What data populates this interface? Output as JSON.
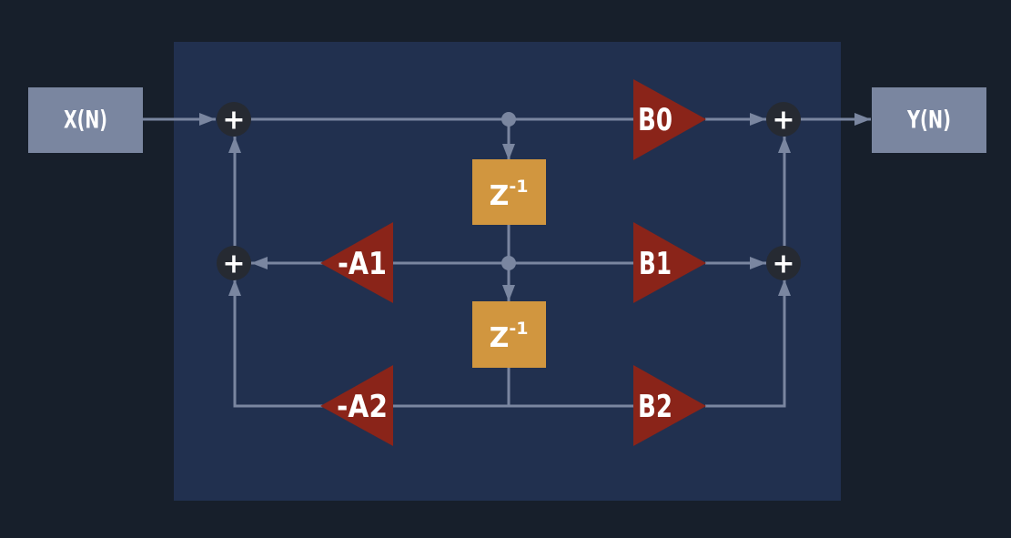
{
  "input_label": "X(N)",
  "output_label": "Y(N)",
  "delays": [
    {
      "base": "Z",
      "exponent": "-1"
    },
    {
      "base": "Z",
      "exponent": "-1"
    }
  ],
  "gains": {
    "b0": "B0",
    "b1": "B1",
    "b2": "B2",
    "a1": "-A1",
    "a2": "-A2"
  },
  "adder_symbol": "+",
  "colors": {
    "background": "#171f2b",
    "panel": "#21304f",
    "io_box": "#7a86a0",
    "delay_box": "#d1963f",
    "gain_triangle": "#8a2419",
    "wire": "#7a86a0",
    "adder": "#262a32"
  }
}
